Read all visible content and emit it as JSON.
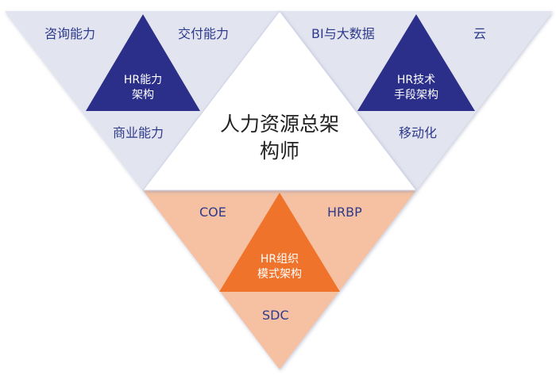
{
  "colors": {
    "gray_fill": "#e2e4ef",
    "navy_fill": "#2b2f8a",
    "orange_outer": "#f5c1a2",
    "orange_inner": "#f0732c",
    "white_fill": "#ffffff",
    "label_blue": "#2e3a8c"
  },
  "left_block": {
    "top_left": "咨询能力",
    "top_right": "交付能力",
    "bottom": "商业能力",
    "inner_line1": "HR能力",
    "inner_line2": "架构"
  },
  "right_block": {
    "top_left": "BI与大数据",
    "top_right": "云",
    "bottom": "移动化",
    "inner_line1": "HR技术",
    "inner_line2": "手段架构"
  },
  "center": {
    "line1": "人力资源总架",
    "line2": "构师"
  },
  "bottom_block": {
    "top_left": "COE",
    "top_right": "HRBP",
    "bottom": "SDC",
    "inner_line1": "HR组织",
    "inner_line2": "模式架构"
  }
}
